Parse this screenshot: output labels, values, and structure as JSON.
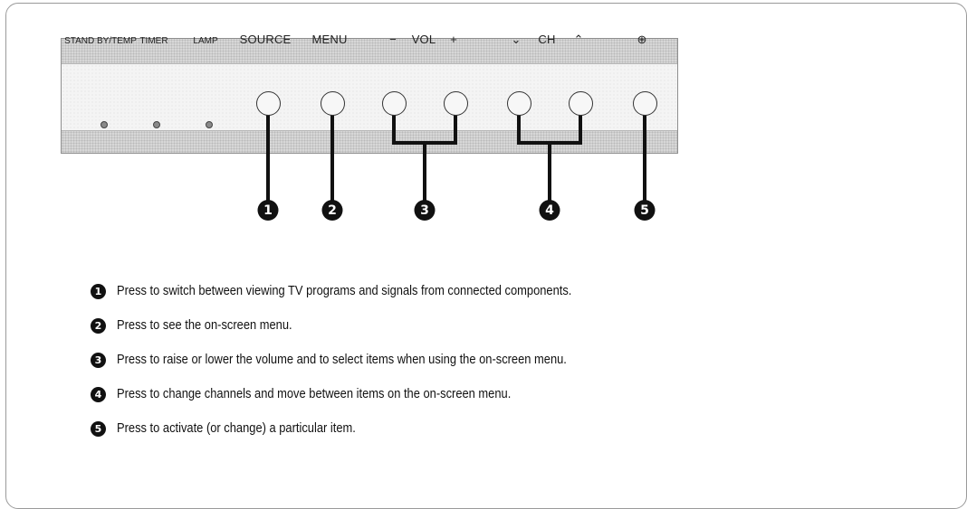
{
  "panel": {
    "labels": {
      "standby": "STAND BY/TEMP",
      "timer": "TIMER",
      "lamp": "LAMP",
      "source": "SOURCE",
      "menu": "MENU",
      "vol_minus": "−",
      "vol": "VOL",
      "vol_plus": "+",
      "ch_down": "⌄",
      "ch": "CH",
      "ch_up": "⌃",
      "enter": "⊕"
    }
  },
  "markers": [
    "1",
    "2",
    "3",
    "4",
    "5"
  ],
  "descriptions": [
    {
      "num": "1",
      "text": "Press to switch between viewing TV programs and signals from connected components."
    },
    {
      "num": "2",
      "text": "Press to see the on-screen menu."
    },
    {
      "num": "3",
      "text": "Press to raise or lower the volume and to select items when using the on-screen menu."
    },
    {
      "num": "4",
      "text": "Press to change channels and move between items on the on-screen menu."
    },
    {
      "num": "5",
      "text": "Press to activate (or change) a particular item."
    }
  ]
}
